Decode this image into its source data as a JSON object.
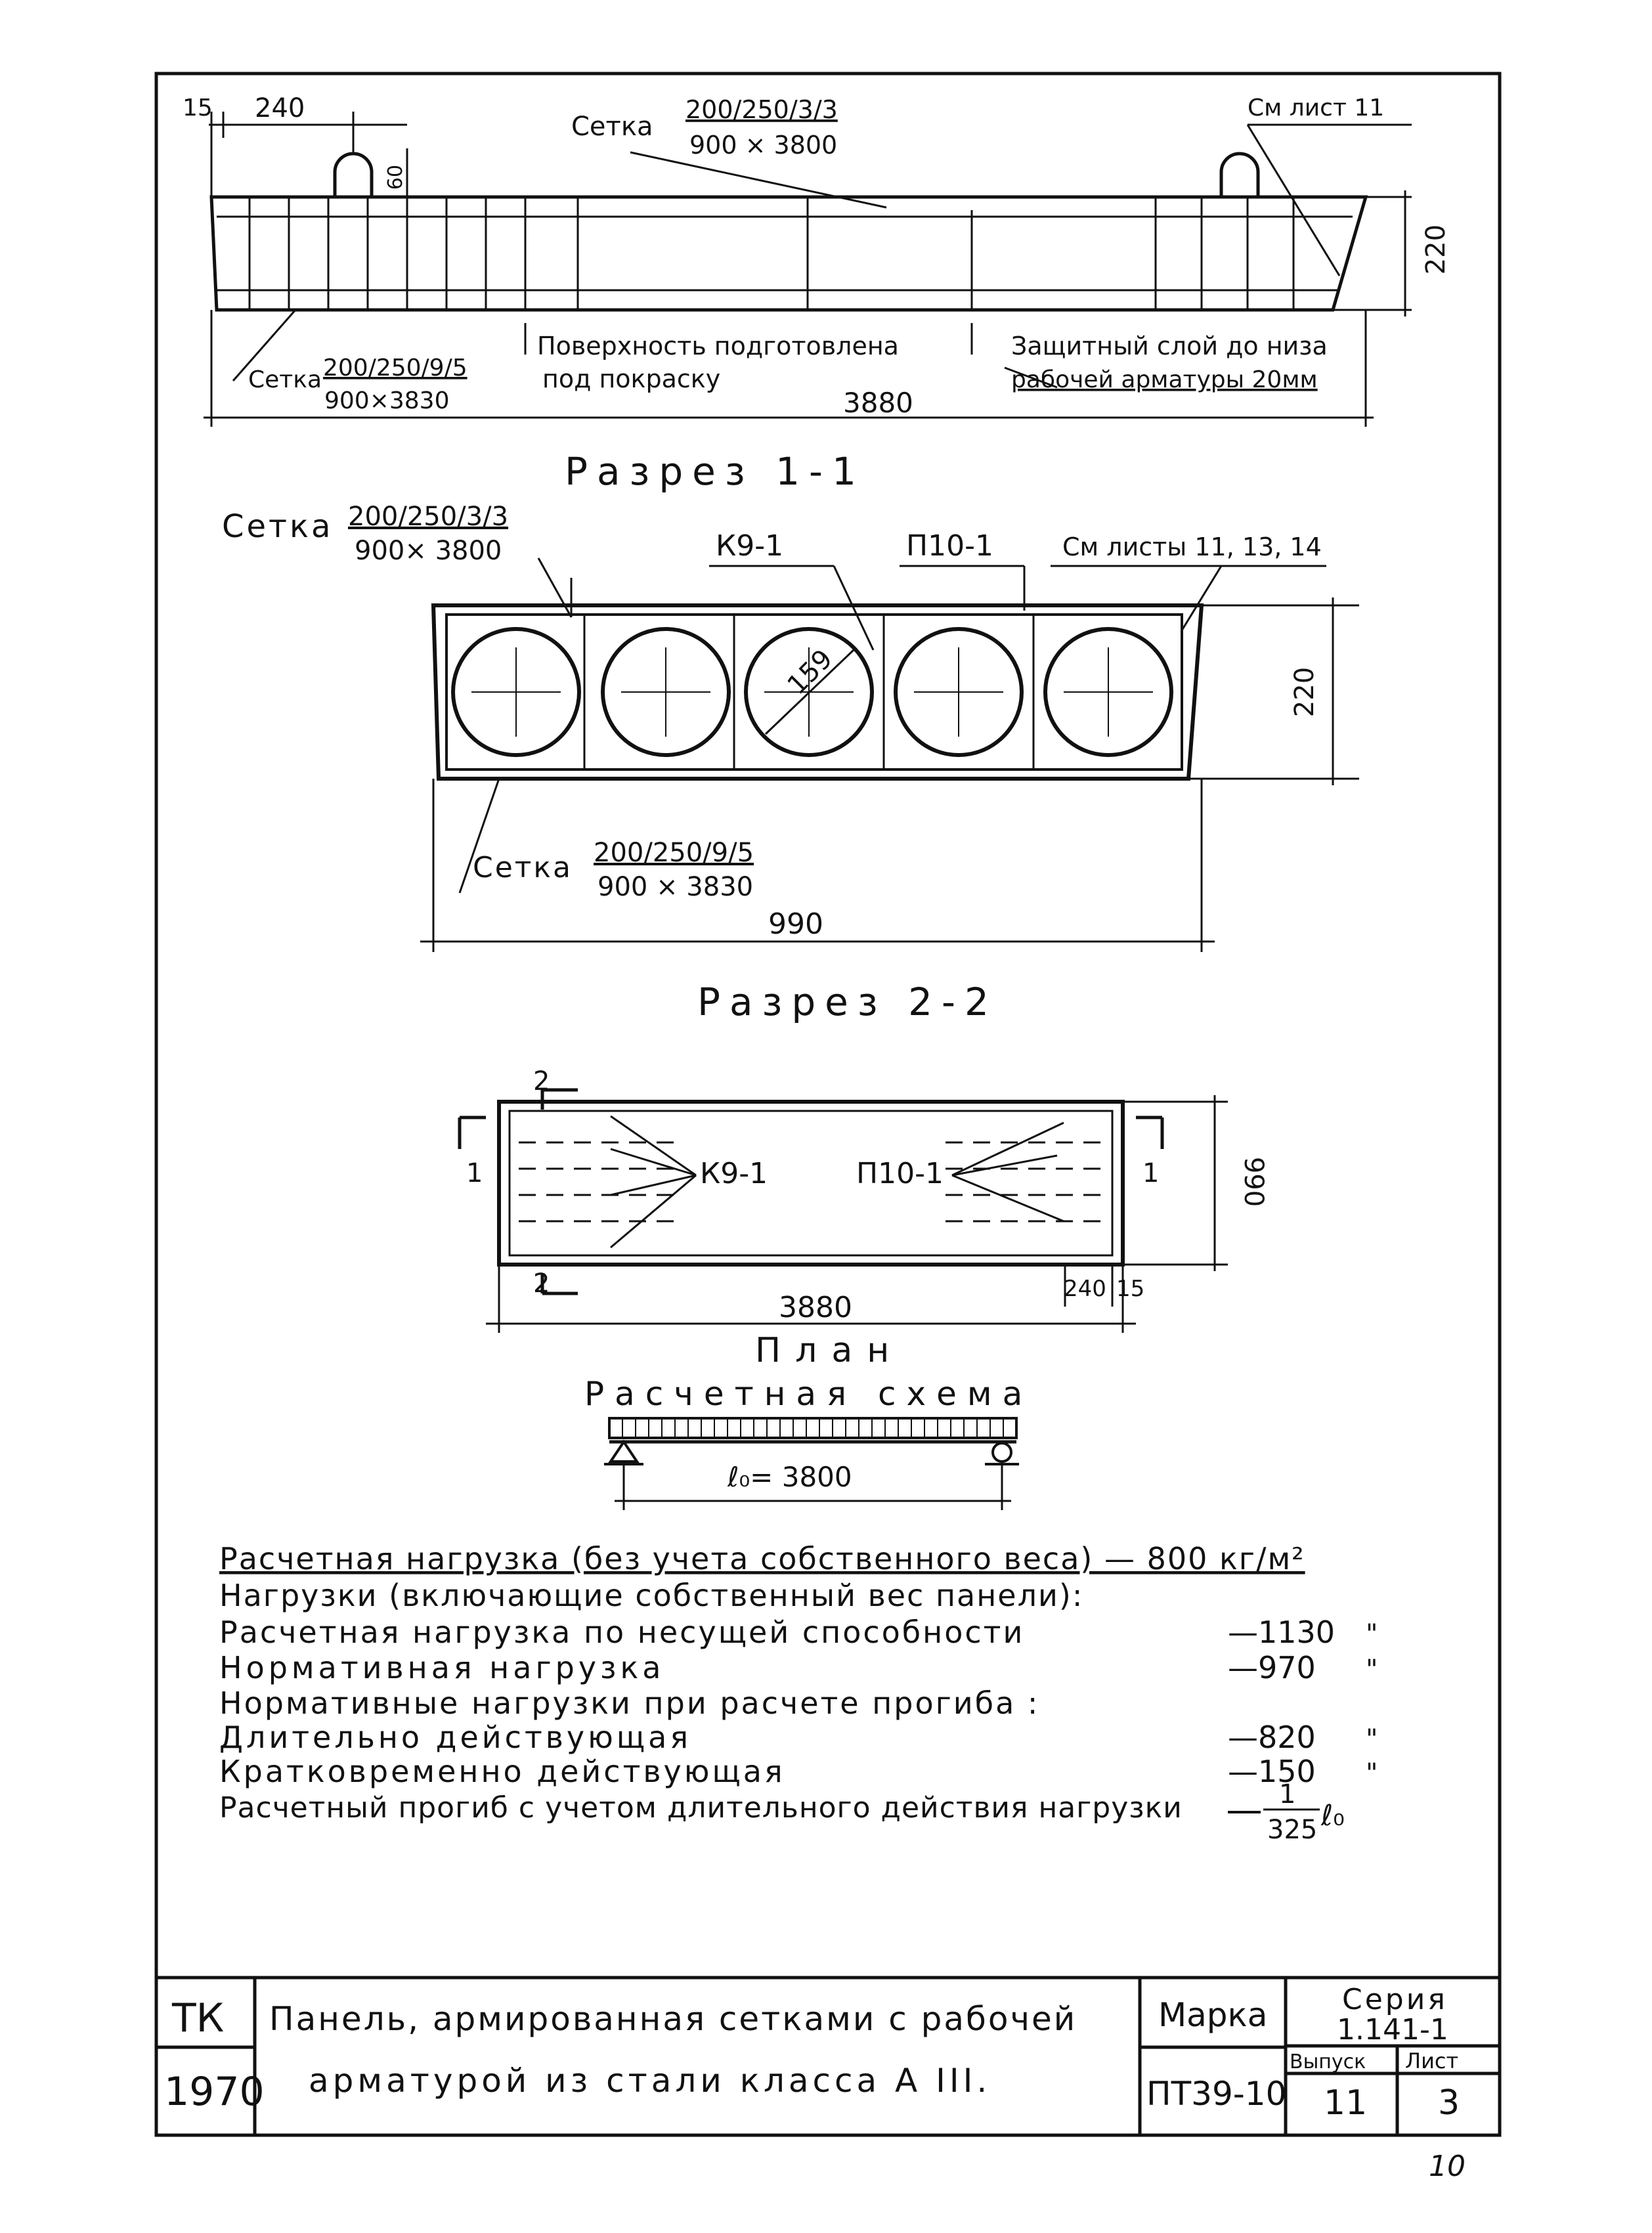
{
  "section_1": {
    "dim_left_edge": "15",
    "dim_left_offset": "240",
    "mesh_top_label": "Сетка",
    "mesh_top_num": "200/250/3/3",
    "mesh_top_den": "900 × 3800",
    "ref_sheet": "См лист 11",
    "loop_height": "60",
    "height_dim": "220",
    "mesh_bottom_label": "Сетка",
    "mesh_bottom_num": "200/250/9/5",
    "mesh_bottom_den": "900×3830",
    "surface_note_1": "Поверхность подготовлена",
    "surface_note_2": "под покраску",
    "cover_note_1": "Защитный слой до низа",
    "cover_note_2": "рабочей арматуры 20мм",
    "length_dim": "3880"
  },
  "section_2": {
    "title": "Разрез 1-1",
    "mesh_top_label": "Сетка",
    "mesh_top_num": "200/250/3/3",
    "mesh_top_den": "900× 3800",
    "frame_k": "К9-1",
    "frame_p": "П10-1",
    "ref_sheets": "См листы 11, 13, 14",
    "hole_diameter": "159",
    "height_dim": "220",
    "mesh_bottom_label": "Сетка",
    "mesh_bottom_num": "200/250/9/5",
    "mesh_bottom_den": "900 × 3830",
    "width_dim": "990"
  },
  "section_3": {
    "title": "Разрез 2-2",
    "cut_top": "2",
    "cut_bottom": "2",
    "cut_left": "1",
    "cut_right": "1",
    "frame_k": "К9-1",
    "frame_p": "П10-1",
    "width_dim": "990",
    "dim_240": "240",
    "dim_15": "15",
    "length_dim": "3880",
    "plan_title": "План"
  },
  "scheme": {
    "title": "Расчетная схема",
    "span": "ℓ₀= 3800"
  },
  "loads": {
    "design_load": "Расчетная нагрузка (без учета собственного веса) — 800 кг/м²",
    "header": "Нагрузки (включающие собственный вес панели):",
    "rows": [
      {
        "label": "Расчетная нагрузка по несущей способности",
        "value": "—1130",
        "unit": "\""
      },
      {
        "label": "Нормативная нагрузка",
        "value": "—970",
        "unit": "\""
      },
      {
        "label": "Нормативные нагрузки при расчете прогиба :",
        "value": "",
        "unit": ""
      },
      {
        "label": "Длительно действующая",
        "value": "—820",
        "unit": "\""
      },
      {
        "label": "Кратковременно действующая",
        "value": "—150",
        "unit": "\""
      }
    ],
    "deflection_label": "Расчетный прогиб с учетом длительного действия нагрузки",
    "deflection_num": "1",
    "deflection_den": "325",
    "deflection_suffix": "ℓ₀"
  },
  "title_block": {
    "org": "ТК",
    "year": "1970",
    "desc_1": "Панель, армированная сетками с рабочей",
    "desc_2": "арматурой из стали класса А III.",
    "mark_label": "Марка",
    "mark_value": "ПТ39-10",
    "series_label": "Серия",
    "series_value": "1.141-1",
    "issue_label": "Выпуск",
    "sheet_label": "Лист",
    "issue_value": "11",
    "sheet_value": "3"
  },
  "page_number": "10"
}
